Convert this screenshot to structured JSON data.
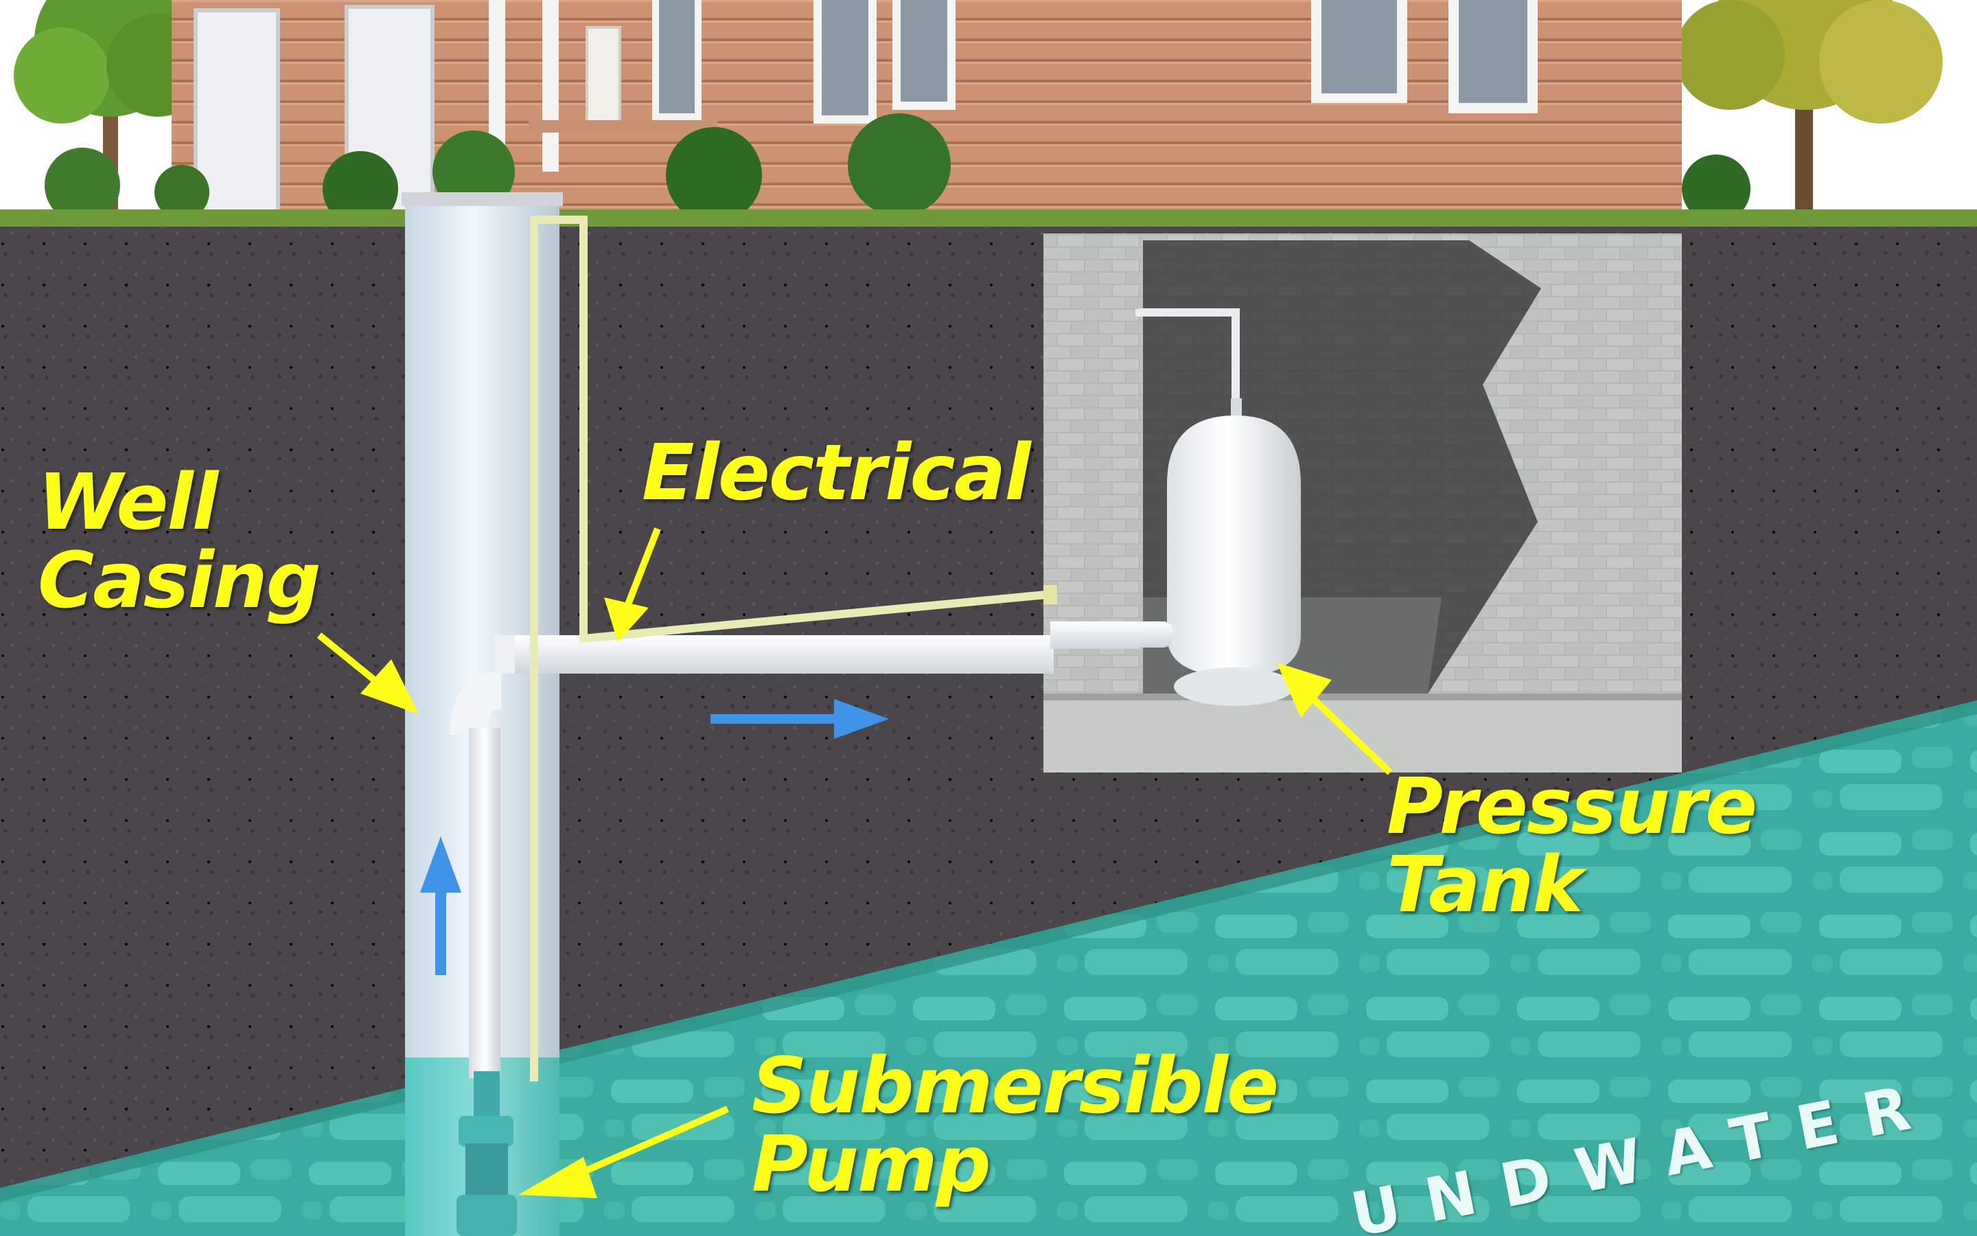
{
  "labels": {
    "electrical": "Electrical",
    "well_casing": [
      "Well",
      "Casing"
    ],
    "pressure_tank": [
      "Pressure",
      "Tank"
    ],
    "submersible_pump": [
      "Submersible",
      "Pump"
    ],
    "groundwater": "UNDWATER"
  },
  "colors": {
    "label_yellow": "#ffff1a",
    "soil": "#4a4548",
    "siding": "#c98f6e",
    "groundwater": "#3fb5a7",
    "flow_arrow": "#3d94e8",
    "brick": "#b9bdb9"
  }
}
